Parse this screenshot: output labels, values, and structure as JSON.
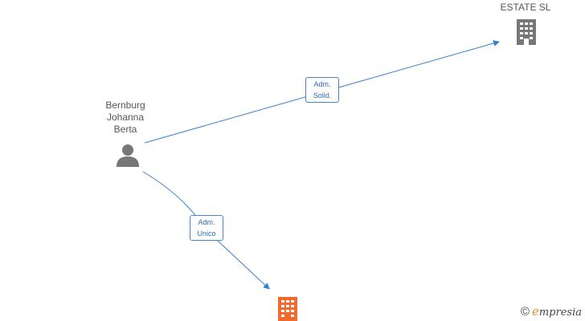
{
  "nodes": {
    "person": {
      "name_lines": [
        "Bernburg",
        "Johanna",
        "Berta"
      ],
      "icon": "person-icon",
      "color": "#777777"
    },
    "company_top": {
      "name": "ESTATE  SL",
      "icon": "building-icon",
      "color": "#777777"
    },
    "company_bottom": {
      "name": "",
      "icon": "building-icon",
      "color": "#f26a2e"
    }
  },
  "edges": [
    {
      "from": "person",
      "to": "company_top",
      "label_lines": [
        "Adm.",
        "Solid."
      ]
    },
    {
      "from": "person",
      "to": "company_bottom",
      "label_lines": [
        "Adm.",
        "Unico"
      ]
    }
  ],
  "colors": {
    "edge": "#3a7fd0",
    "edge_label_border": "#4a86c8"
  },
  "brand": {
    "copyright": "©",
    "initial": "e",
    "rest": "mpresia"
  }
}
